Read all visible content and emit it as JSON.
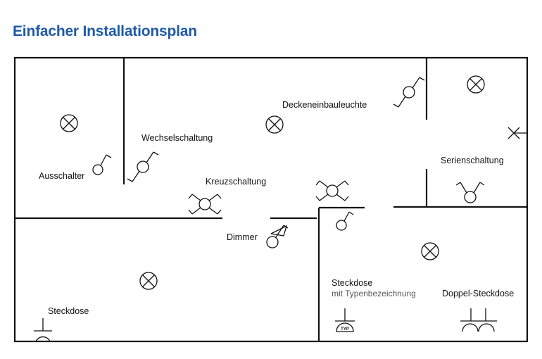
{
  "title": "Einfacher Installationsplan",
  "labels": {
    "ausschalter": "Ausschalter",
    "wechselschaltung": "Wechselschaltung",
    "deckeneinbauleuchte": "Deckeneinbauleuchte",
    "kreuzschaltung": "Kreuzschaltung",
    "serienschaltung": "Serienschaltung",
    "dimmer": "Dimmer",
    "steckdose_left": "Steckdose",
    "steckdose_typ": "Steckdose",
    "steckdose_typ_sub": "mit Typenbezeichnung",
    "doppel_steckdose": "Doppel-Steckdose",
    "typ_mark": "TYP"
  },
  "colors": {
    "title": "#1f5aa6",
    "lines": "#111111",
    "subtext": "#555555"
  }
}
